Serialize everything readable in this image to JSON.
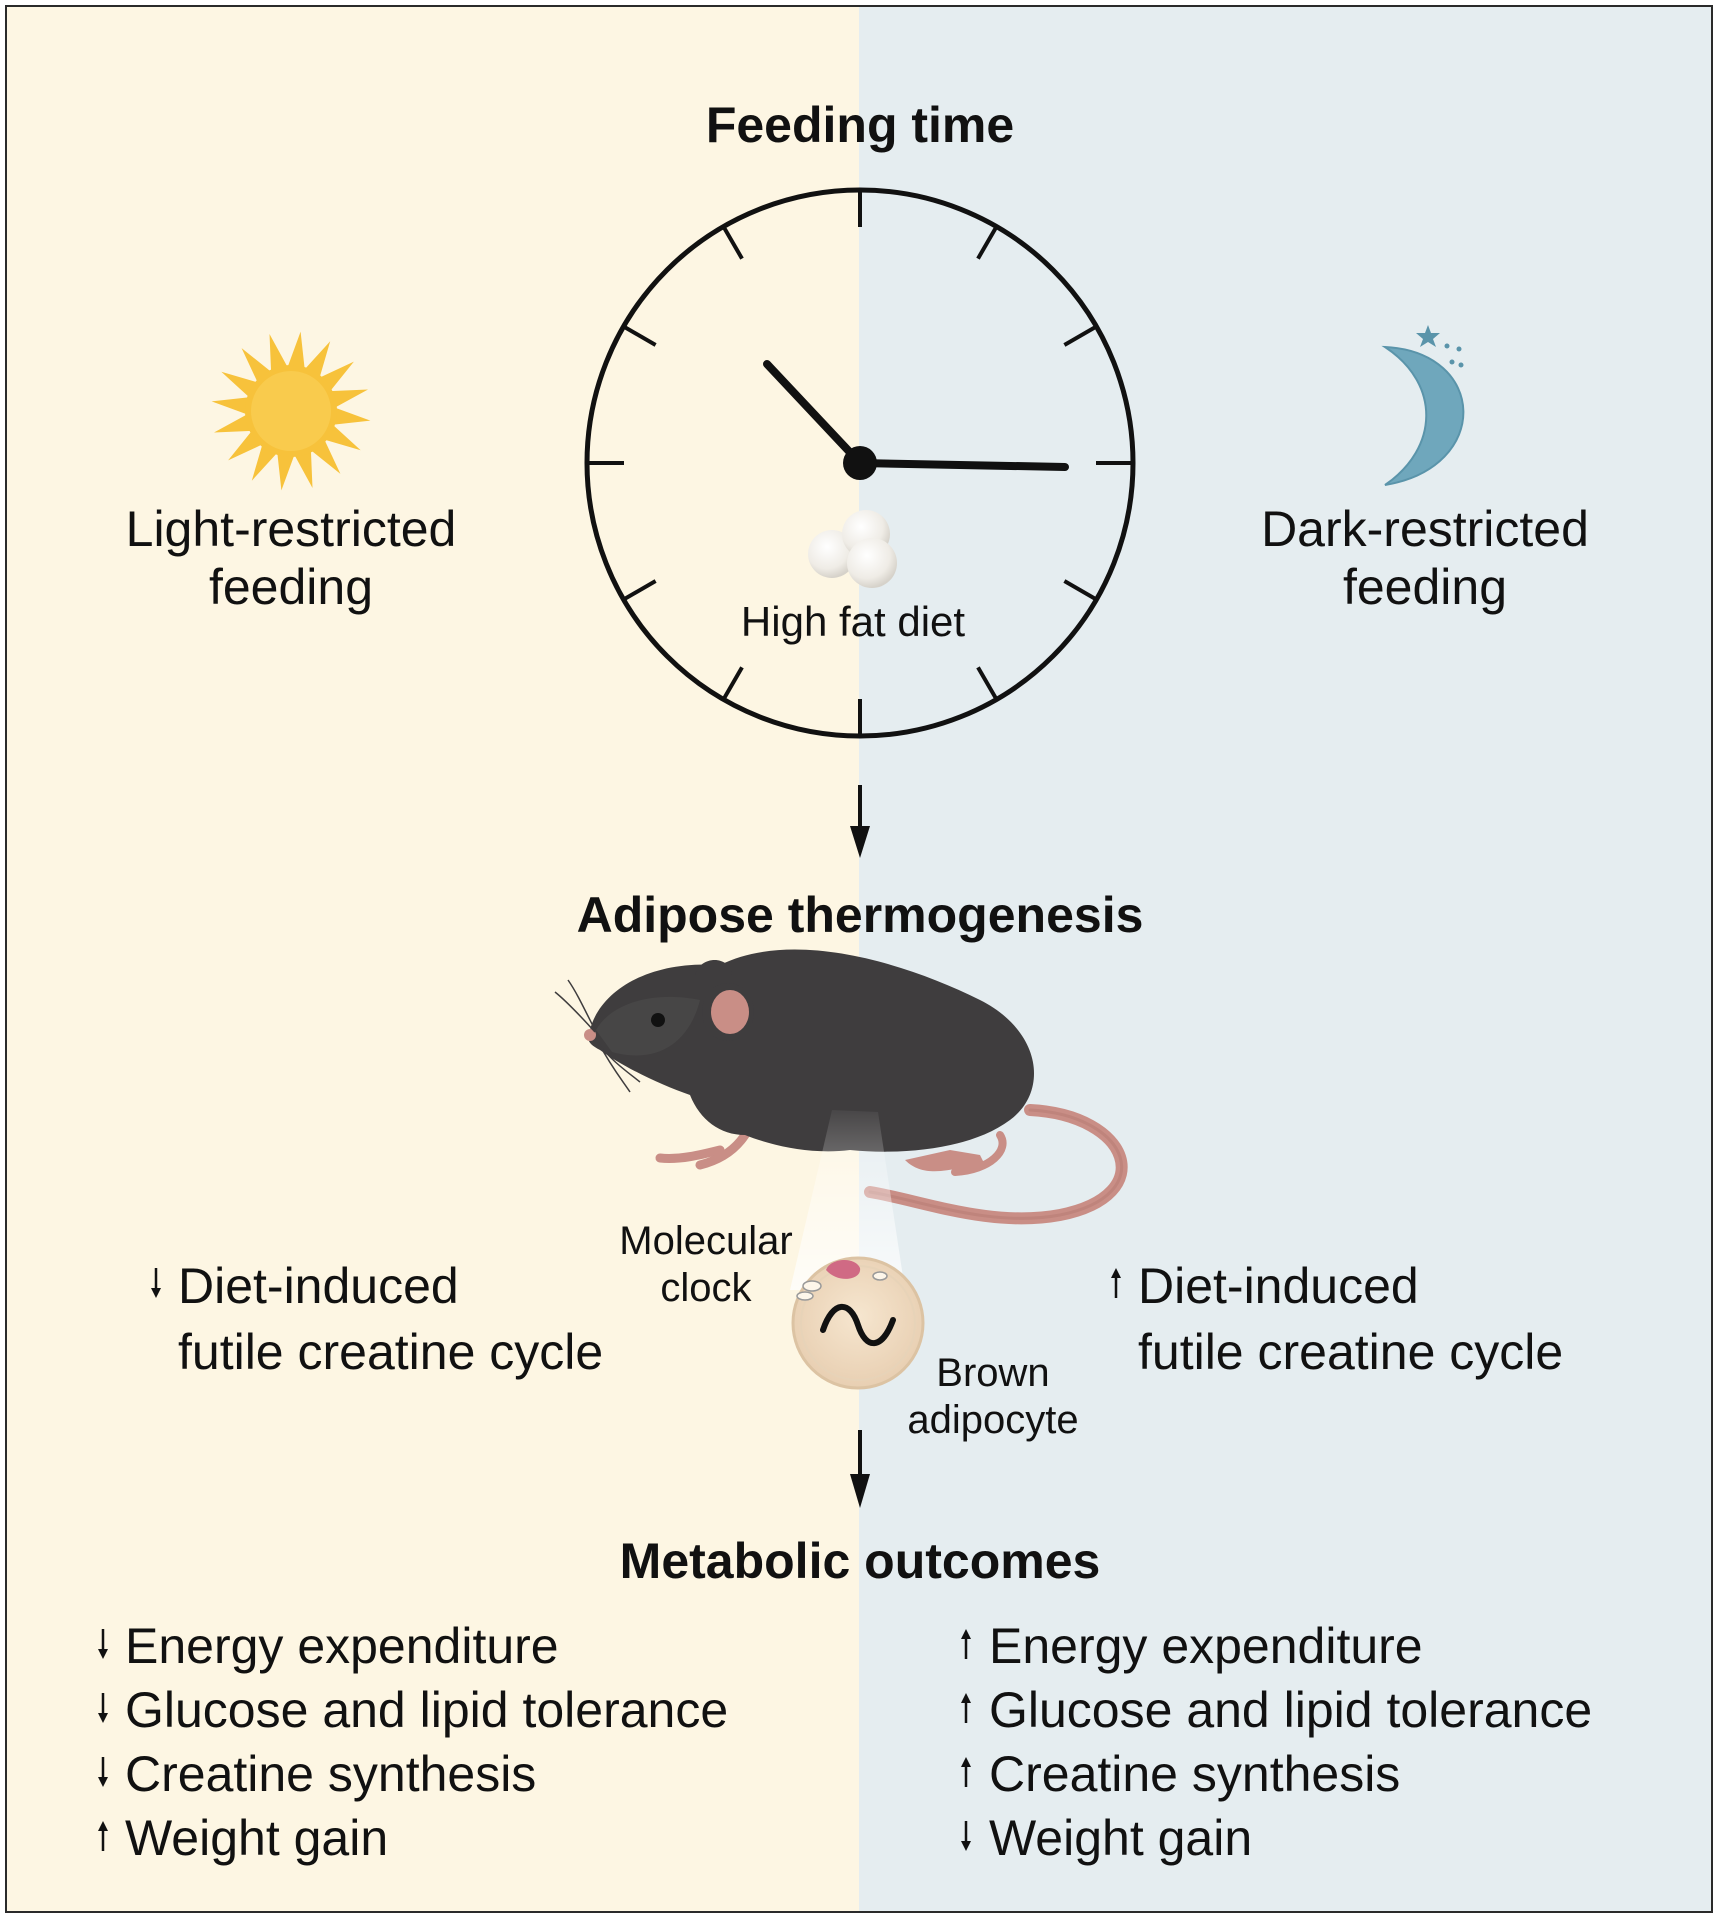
{
  "colors": {
    "light_panel": "#FDF6E3",
    "dark_panel": "#E5EDF0",
    "border": "#2a2a2a",
    "sun": "#F7C23B",
    "moon": "#6FA7BC",
    "mouse_body": "#3F3D3E",
    "mouse_pink": "#C98E86",
    "cell": "#EFD9C0",
    "nucleus_mark": "#D06A84"
  },
  "titles": {
    "feeding_time": "Feeding time",
    "adipose_thermogenesis": "Adipose thermogenesis",
    "metabolic_outcomes": "Metabolic outcomes"
  },
  "left": {
    "icon": "sun-icon",
    "condition_line1": "Light-restricted",
    "condition_line2": "feeding",
    "cycle": {
      "direction": "down",
      "line1": "Diet-induced",
      "line2": "futile creatine cycle"
    },
    "outcomes": [
      {
        "direction": "down",
        "label": "Energy expenditure"
      },
      {
        "direction": "down",
        "label": "Glucose and lipid tolerance"
      },
      {
        "direction": "down",
        "label": "Creatine synthesis"
      },
      {
        "direction": "up",
        "label": "Weight gain"
      }
    ]
  },
  "right": {
    "icon": "moon-icon",
    "condition_line1": "Dark-restricted",
    "condition_line2": "feeding",
    "cycle": {
      "direction": "up",
      "line1": "Diet-induced",
      "line2": "futile creatine cycle"
    },
    "outcomes": [
      {
        "direction": "up",
        "label": "Energy expenditure"
      },
      {
        "direction": "up",
        "label": "Glucose and lipid tolerance"
      },
      {
        "direction": "up",
        "label": "Creatine synthesis"
      },
      {
        "direction": "down",
        "label": "Weight gain"
      }
    ]
  },
  "center": {
    "clock_icon": "clock-icon",
    "diet_label": "High fat diet",
    "molecular_clock_line1": "Molecular",
    "molecular_clock_line2": "clock",
    "adipocyte_line1": "Brown",
    "adipocyte_line2": "adipocyte"
  }
}
